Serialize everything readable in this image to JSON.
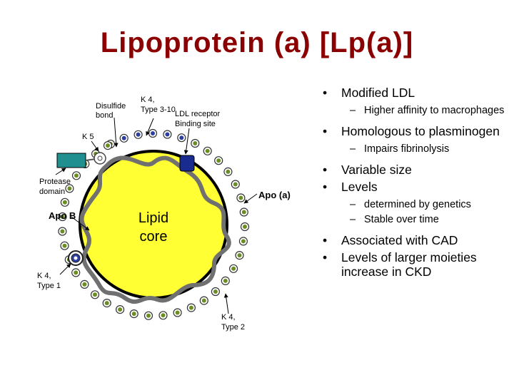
{
  "title": "Lipoprotein (a) [Lp(a)]",
  "diagram": {
    "core_label_line1": "Lipid",
    "core_label_line2": "core",
    "labels": {
      "disulfide_1": "Disulfide",
      "disulfide_2": "bond",
      "k4t310_1": "K 4,",
      "k4t310_2": "Type 3-10",
      "ldl_1": "LDL receptor",
      "ldl_2": "Binding site",
      "k5": "K 5",
      "protease_1": "Protease",
      "protease_2": "domain",
      "apob": "Apo B",
      "apoa": "Apo (a)",
      "k4t1_1": "K 4,",
      "k4t1_2": "Type 1",
      "k4t2_1": "K 4,",
      "k4t2_2": "Type 2"
    },
    "colors": {
      "core": "#ffff33",
      "kringle_green": "#6b8e23",
      "kringle_blue": "#2b3f9e",
      "protease": "#1f8f8f",
      "ldl_site": "#1a2b8f"
    }
  },
  "bullets": [
    {
      "text": "Modified LDL",
      "sub": [
        "Higher affinity to macrophages"
      ]
    },
    {
      "text": "Homologous to plasminogen",
      "sub": [
        "Impairs fibrinolysis"
      ]
    },
    {
      "text": "Variable size",
      "sub": []
    },
    {
      "text": "Levels",
      "sub": [
        "determined by genetics",
        "Stable over time"
      ]
    },
    {
      "text": "Associated with CAD",
      "sub": []
    },
    {
      "text": "Levels of larger moieties increase in CKD",
      "sub": []
    }
  ]
}
